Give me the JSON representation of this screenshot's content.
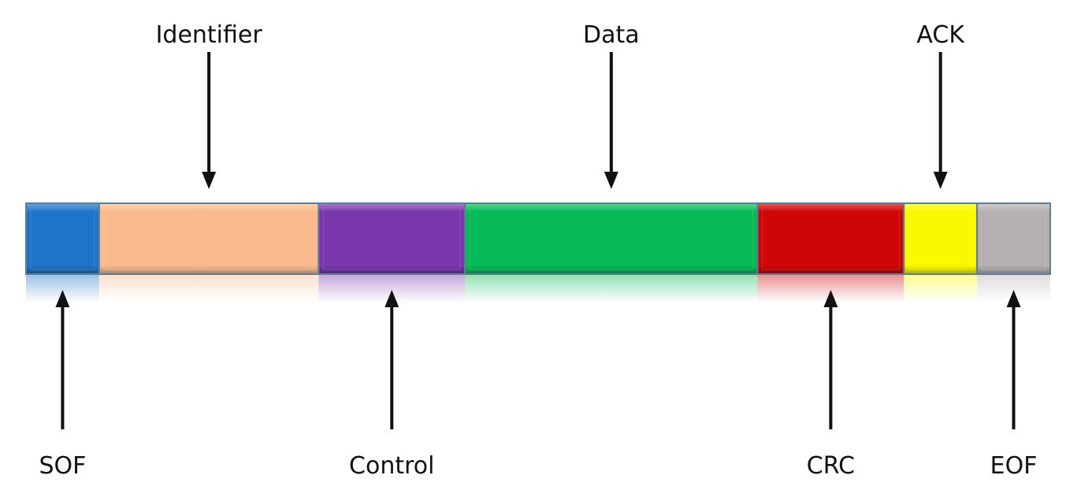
{
  "diagram": {
    "segments": [
      {
        "id": "sof",
        "color": "#1f74c9",
        "relative_width": 1.0
      },
      {
        "id": "identifier",
        "color": "#f9bb8d",
        "relative_width": 3.0
      },
      {
        "id": "control",
        "color": "#7a37ac",
        "relative_width": 2.0
      },
      {
        "id": "data",
        "color": "#08b957",
        "relative_width": 4.0
      },
      {
        "id": "crc",
        "color": "#cf0606",
        "relative_width": 2.0
      },
      {
        "id": "ack",
        "color": "#fbf900",
        "relative_width": 1.0
      },
      {
        "id": "eof",
        "color": "#b6b1b0",
        "relative_width": 1.0
      }
    ],
    "labels": {
      "top": [
        {
          "segment": "identifier",
          "text": "Identifier"
        },
        {
          "segment": "data",
          "text": "Data"
        },
        {
          "segment": "ack",
          "text": "ACK"
        }
      ],
      "bottom": [
        {
          "segment": "sof",
          "text": "SOF"
        },
        {
          "segment": "control",
          "text": "Control"
        },
        {
          "segment": "crc",
          "text": "CRC"
        },
        {
          "segment": "eof",
          "text": "EOF"
        }
      ]
    }
  }
}
